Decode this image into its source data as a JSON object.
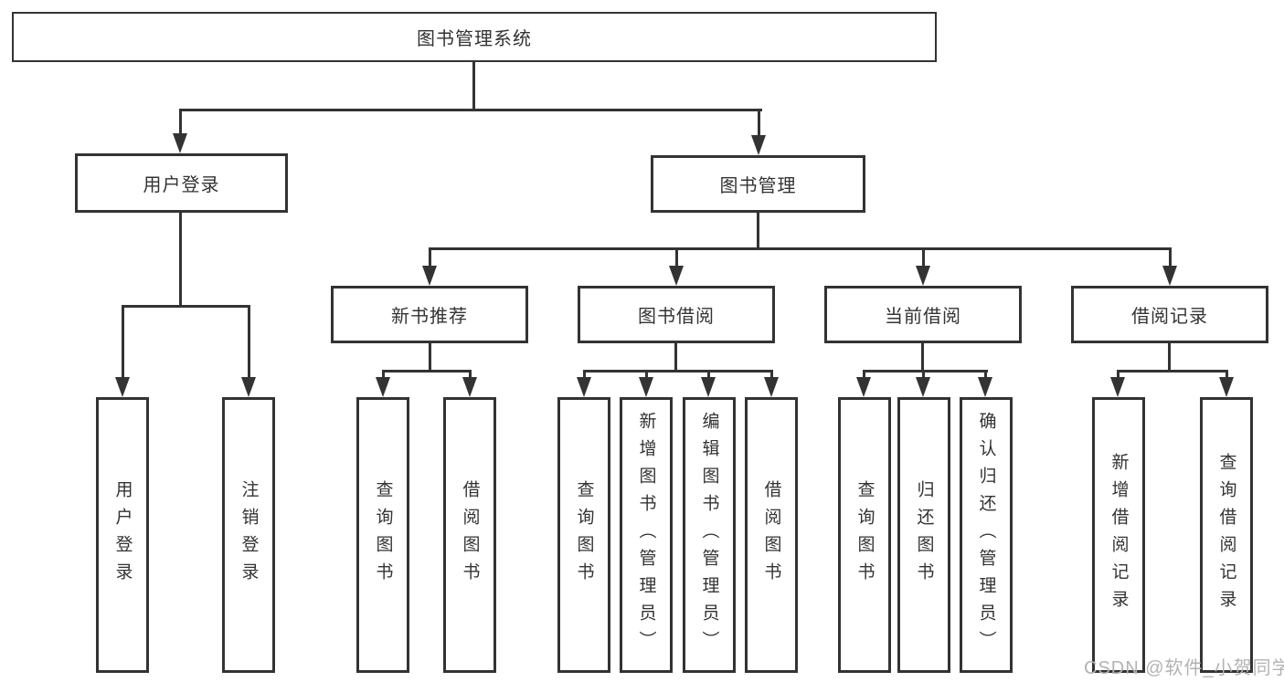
{
  "diagram": {
    "root_label": "图书管理系统",
    "branches": {
      "user_login": "用户登录",
      "book_mgmt": "图书管理",
      "new_book": "新书推荐",
      "book_borrow": "图书借阅",
      "current_borrow": "当前借阅",
      "borrow_record": "借阅记录"
    },
    "leaves": {
      "user_login": "用户登录",
      "logout": "注销登录",
      "nb_query": "查询图书",
      "nb_borrow": "借阅图书",
      "bb_query": "查询图书",
      "bb_add": "新增图书（管理员）",
      "bb_edit": "编辑图书（管理员）",
      "bb_borrow": "借阅图书",
      "cb_query": "查询图书",
      "cb_return": "归还图书",
      "cb_confirm": "确认归还（管理员）",
      "br_add": "新增借阅记录",
      "br_query": "查询借阅记录"
    }
  },
  "watermark": {
    "text": "CSDN @软件_小贺同学"
  },
  "colors": {
    "line": "#333333",
    "box_border": "#333333",
    "text": "#333333",
    "watermark": "#b3b3b3",
    "background": "#ffffff"
  }
}
